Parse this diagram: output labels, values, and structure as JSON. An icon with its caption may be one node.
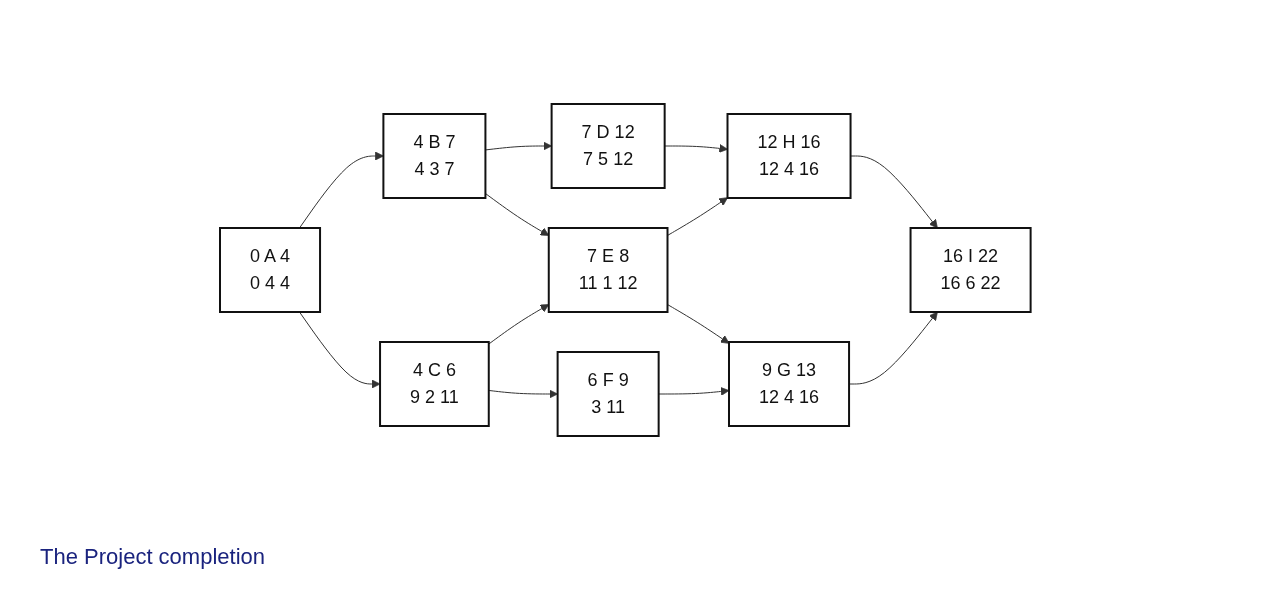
{
  "diagram": {
    "nodes": [
      {
        "text": [
          "0 A 4",
          "0 4 4"
        ]
      },
      {
        "text": [
          "4 B 7",
          "4 3 7"
        ]
      },
      {
        "text": [
          "4 C 6",
          "9 2 11"
        ]
      },
      {
        "text": [
          "7 D 12",
          "7 5 12"
        ]
      },
      {
        "text": [
          "7 E 8",
          "11 1 12"
        ]
      },
      {
        "text": [
          "6 F 9",
          "3 11"
        ]
      },
      {
        "text": [
          "12 H 16",
          "12 4 16"
        ]
      },
      {
        "text": [
          "9 G 13",
          "12 4 16"
        ]
      },
      {
        "text": [
          "16 I 22",
          "16 6 22"
        ]
      }
    ],
    "edges": [
      {
        "from": 0,
        "to": 1,
        "arrow": "to"
      },
      {
        "from": 0,
        "to": 2,
        "arrow": "to"
      },
      {
        "from": 1,
        "to": 3,
        "arrow": "to"
      },
      {
        "from": 1,
        "to": 4,
        "arrow": "to"
      },
      {
        "from": 2,
        "to": 4,
        "arrow": "to"
      },
      {
        "from": 2,
        "to": 5,
        "arrow": "to"
      },
      {
        "from": 3,
        "to": 6,
        "arrow": "to"
      },
      {
        "from": 4,
        "to": 6,
        "arrow": "to"
      },
      {
        "from": 4,
        "to": 7,
        "arrow": "to"
      },
      {
        "from": 5,
        "to": 7,
        "arrow": "to"
      },
      {
        "from": 6,
        "to": 8,
        "arrow": "to"
      },
      {
        "from": 7,
        "to": 8,
        "arrow": "to"
      }
    ],
    "labels": [
      "The Project completion"
    ]
  }
}
